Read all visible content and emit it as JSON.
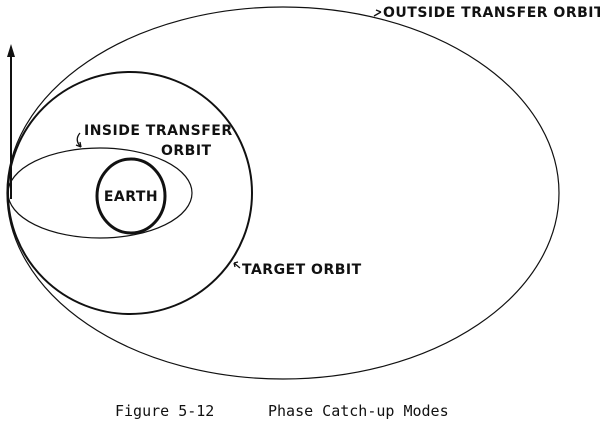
{
  "labels": {
    "outside_transfer_orbit": "OUTSIDE TRANSFER ORBIT",
    "inside_transfer_line1": "INSIDE TRANSFER",
    "inside_transfer_line2": "ORBIT",
    "earth": "EARTH",
    "target_orbit": "TARGET ORBIT"
  },
  "caption": {
    "figure_number": "Figure 5-12",
    "title": "Phase Catch-up Modes"
  }
}
